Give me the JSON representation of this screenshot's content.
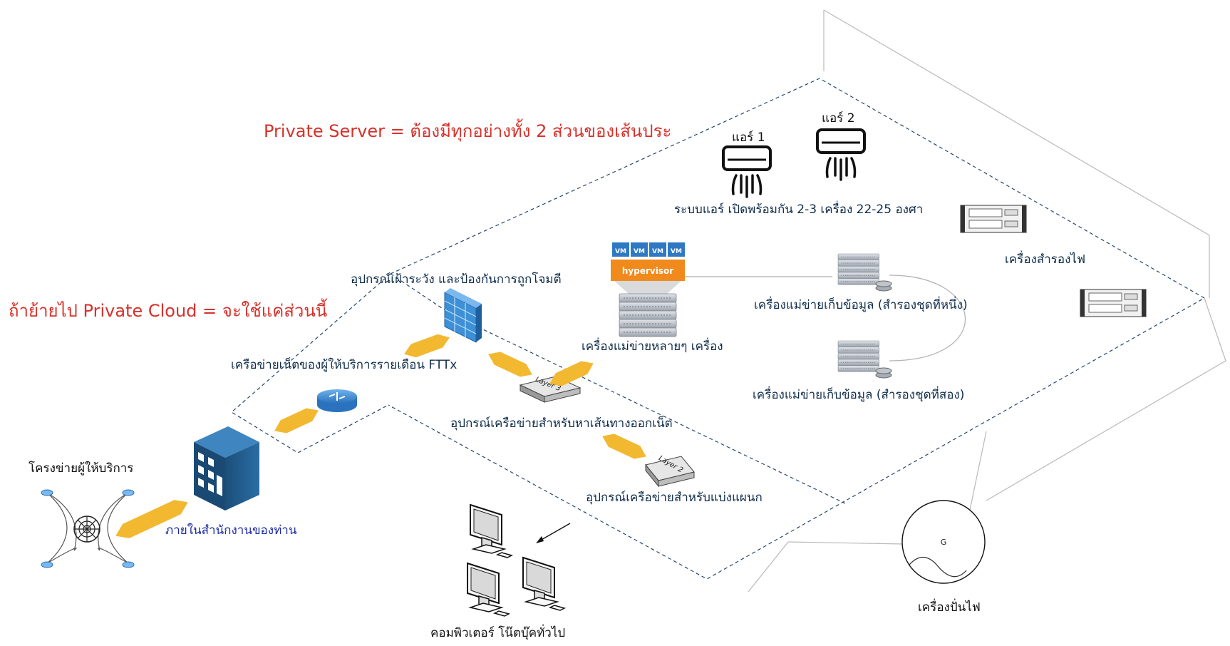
{
  "titles": {
    "private_server": "Private Server = ต้องมีทุกอย่างทั้ง 2 ส่วนของเส้นประ",
    "private_cloud": "ถ้าย้ายไป Private Cloud = จะใช้แค่ส่วนนี้"
  },
  "labels": {
    "air1": "แอร์ 1",
    "air2": "แอร์ 2",
    "air_system": "ระบบแอร์ เปิดพร้อมกัน 2-3 เครื่อง 22-25 องศา",
    "ups": "เครื่องสำรองไฟ",
    "firewall": "อุปกรณ์เฝ้าระวัง และป้องกันการถูกโจมตี",
    "hypervisor": "hypervisor",
    "vm": "VM",
    "servers": "เครื่องแม่ข่ายหลายๆ เครื่อง",
    "storage1": "เครื่องแม่ข่ายเก็บข้อมูล (สำรองชุดที่หนึ่ง)",
    "storage2": "เครื่องแม่ข่ายเก็บข้อมูล (สำรองชุดที่สอง)",
    "isp_fttx": "เครือข่ายเน็ตของผู้ให้บริการรายเดือน FTTx",
    "layer3_device": "อุปกรณ์เครือข่ายสำหรับหาเส้นทางออกเน็ต",
    "layer3_tag": "Layer 3",
    "layer2_device": "อุปกรณ์เครือข่ายสำหรับแบ่งแผนก",
    "layer2_tag": "Layer 2",
    "provider_network": "โครงข่ายผู้ให้บริการ",
    "office": "ภายในสำนักงานของท่าน",
    "computers": "คอมพิวเตอร์ โน๊ตบุ๊คทั่วไป",
    "generator_tag": "G",
    "generator": "เครื่องปั่นไฟ"
  },
  "colors": {
    "accent_red": "#d7312a",
    "text_navy": "#0f2d4a",
    "text_blue": "#1c2aa6",
    "cable_yellow": "#f2b830",
    "building_blue": "#1f5f8f",
    "hypervisor_orange": "#f08a1c",
    "vm_blue": "#2f78c4",
    "dash_line": "#27476a"
  }
}
